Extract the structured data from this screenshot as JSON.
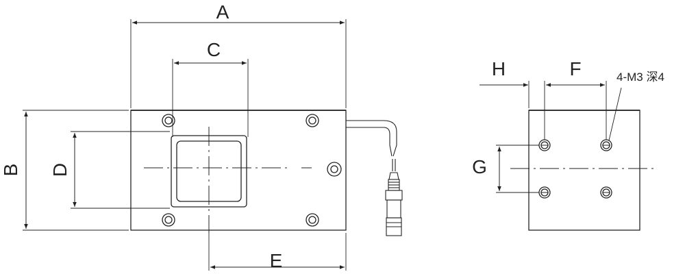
{
  "labels": {
    "A": "A",
    "B": "B",
    "C": "C",
    "D": "D",
    "E": "E",
    "F": "F",
    "G": "G",
    "H": "H"
  },
  "thread_note": "4-M3 深4",
  "colors": {
    "line": "#222222",
    "background": "#ffffff"
  }
}
